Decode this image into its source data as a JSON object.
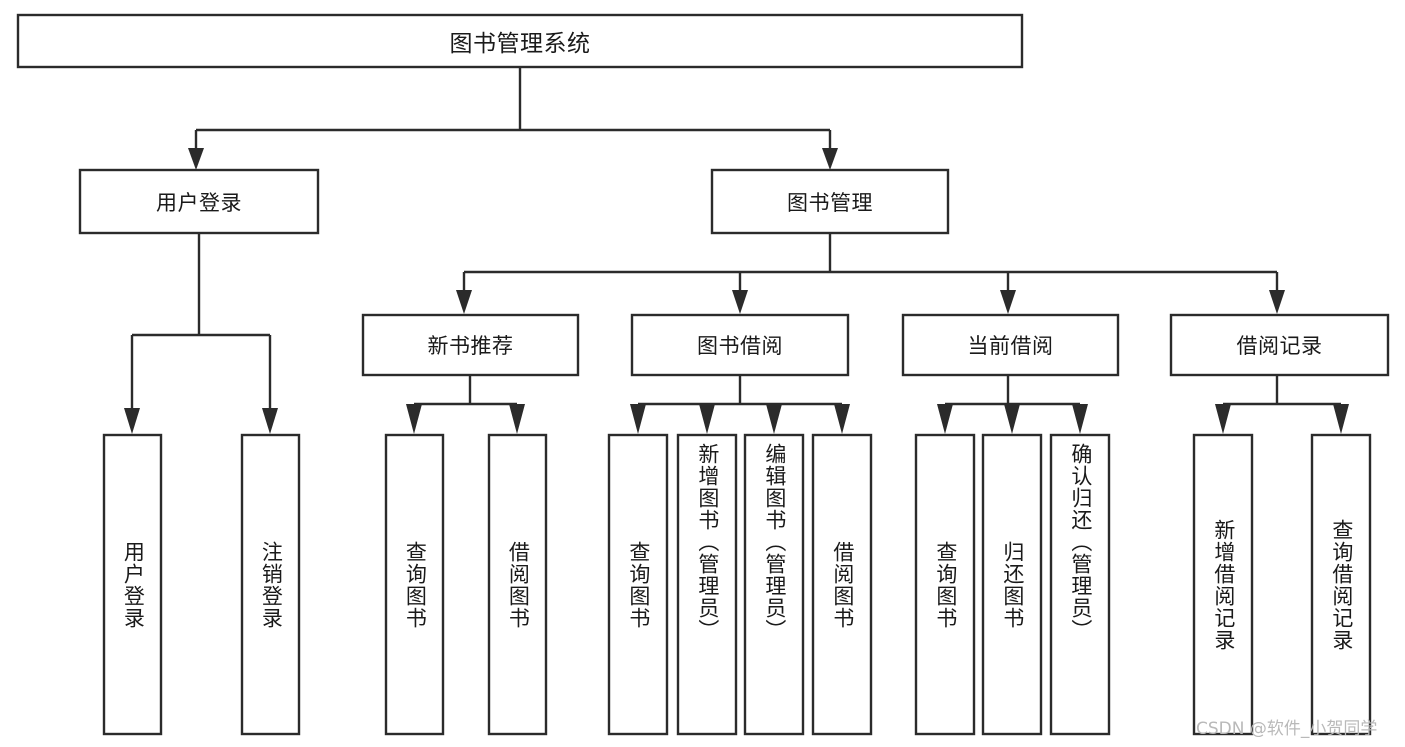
{
  "diagram": {
    "type": "tree-flowchart",
    "title": "图书管理系统",
    "root": {
      "label": "图书管理系统",
      "orientation": "horizontal"
    },
    "level2": [
      {
        "label": "用户登录",
        "orientation": "horizontal"
      },
      {
        "label": "图书管理",
        "orientation": "horizontal"
      }
    ],
    "level3": [
      {
        "label": "新书推荐",
        "orientation": "horizontal"
      },
      {
        "label": "图书借阅",
        "orientation": "horizontal"
      },
      {
        "label": "当前借阅",
        "orientation": "horizontal"
      },
      {
        "label": "借阅记录",
        "orientation": "horizontal"
      }
    ],
    "leaves": {
      "user_login": [
        {
          "label": "用户登录",
          "orientation": "vertical"
        },
        {
          "label": "注销登录",
          "orientation": "vertical"
        }
      ],
      "new_book_recommend": [
        {
          "label": "查询图书",
          "orientation": "vertical"
        },
        {
          "label": "借阅图书",
          "orientation": "vertical"
        }
      ],
      "book_borrow": [
        {
          "label": "查询图书",
          "orientation": "vertical"
        },
        {
          "label": "新增图书（管理员）",
          "orientation": "vertical"
        },
        {
          "label": "编辑图书（管理员）",
          "orientation": "vertical"
        },
        {
          "label": "借阅图书",
          "orientation": "vertical"
        }
      ],
      "current_borrow": [
        {
          "label": "查询图书",
          "orientation": "vertical"
        },
        {
          "label": "归还图书",
          "orientation": "vertical"
        },
        {
          "label": "确认归还（管理员）",
          "orientation": "vertical"
        }
      ],
      "borrow_record": [
        {
          "label": "新增借阅记录",
          "orientation": "vertical"
        },
        {
          "label": "查询借阅记录",
          "orientation": "vertical"
        }
      ]
    },
    "watermark": "CSDN @软件_小贺同学",
    "colors": {
      "stroke": "#2b2b2b",
      "fill": "#ffffff",
      "text": "#1a1a1a",
      "watermark": "#b9b9b9",
      "background": "#ffffff"
    }
  }
}
